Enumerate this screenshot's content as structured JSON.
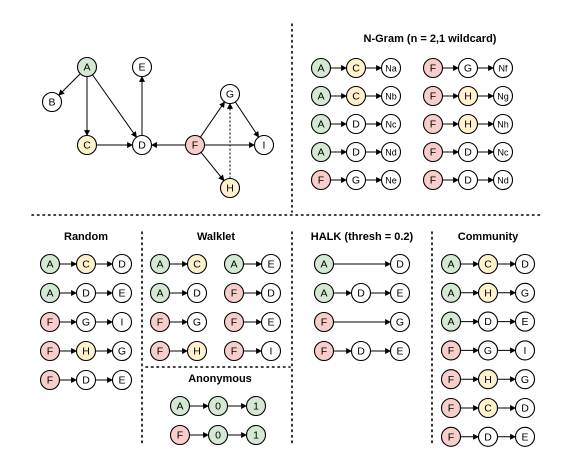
{
  "colors": {
    "green": "#d5e8d4",
    "yellow": "#fff2cc",
    "red": "#f8cecc",
    "white": "#ffffff",
    "stroke": "#000000",
    "divider": "#000000"
  },
  "graph": {
    "nodes": [
      {
        "id": "A",
        "color": "green"
      },
      {
        "id": "B",
        "color": "white"
      },
      {
        "id": "C",
        "color": "yellow"
      },
      {
        "id": "D",
        "color": "white"
      },
      {
        "id": "E",
        "color": "white"
      },
      {
        "id": "F",
        "color": "red"
      },
      {
        "id": "G",
        "color": "white"
      },
      {
        "id": "H",
        "color": "yellow"
      },
      {
        "id": "I",
        "color": "white"
      }
    ],
    "edges": [
      {
        "from": "A",
        "to": "B",
        "style": "solid"
      },
      {
        "from": "A",
        "to": "C",
        "style": "solid"
      },
      {
        "from": "A",
        "to": "D",
        "style": "solid"
      },
      {
        "from": "C",
        "to": "D",
        "style": "solid"
      },
      {
        "from": "D",
        "to": "E",
        "style": "solid"
      },
      {
        "from": "F",
        "to": "D",
        "style": "solid"
      },
      {
        "from": "F",
        "to": "G",
        "style": "solid"
      },
      {
        "from": "F",
        "to": "H",
        "style": "solid"
      },
      {
        "from": "G",
        "to": "I",
        "style": "solid"
      },
      {
        "from": "F",
        "to": "I",
        "style": "solid"
      },
      {
        "from": "H",
        "to": "G",
        "style": "dotted"
      }
    ]
  },
  "sections": {
    "ngram": {
      "title": "N-Gram (n = 2,1 wildcard)",
      "walks": [
        [
          {
            "label": "A",
            "color": "green"
          },
          {
            "label": "C",
            "color": "yellow"
          },
          {
            "label": "Na",
            "color": "white"
          }
        ],
        [
          {
            "label": "F",
            "color": "red"
          },
          {
            "label": "G",
            "color": "white"
          },
          {
            "label": "Nf",
            "color": "white"
          }
        ],
        [
          {
            "label": "A",
            "color": "green"
          },
          {
            "label": "C",
            "color": "yellow"
          },
          {
            "label": "Nb",
            "color": "white"
          }
        ],
        [
          {
            "label": "F",
            "color": "red"
          },
          {
            "label": "H",
            "color": "yellow"
          },
          {
            "label": "Ng",
            "color": "white"
          }
        ],
        [
          {
            "label": "A",
            "color": "green"
          },
          {
            "label": "D",
            "color": "white"
          },
          {
            "label": "Nc",
            "color": "white"
          }
        ],
        [
          {
            "label": "F",
            "color": "red"
          },
          {
            "label": "H",
            "color": "yellow"
          },
          {
            "label": "Nh",
            "color": "white"
          }
        ],
        [
          {
            "label": "A",
            "color": "green"
          },
          {
            "label": "D",
            "color": "white"
          },
          {
            "label": "Nd",
            "color": "white"
          }
        ],
        [
          {
            "label": "F",
            "color": "red"
          },
          {
            "label": "D",
            "color": "white"
          },
          {
            "label": "Nc",
            "color": "white"
          }
        ],
        [
          {
            "label": "F",
            "color": "red"
          },
          {
            "label": "G",
            "color": "white"
          },
          {
            "label": "Ne",
            "color": "white"
          }
        ],
        [
          {
            "label": "F",
            "color": "red"
          },
          {
            "label": "D",
            "color": "white"
          },
          {
            "label": "Nd",
            "color": "white"
          }
        ]
      ]
    },
    "random": {
      "title": "Random",
      "walks": [
        [
          {
            "label": "A",
            "color": "green"
          },
          {
            "label": "C",
            "color": "yellow"
          },
          {
            "label": "D",
            "color": "white"
          }
        ],
        [
          {
            "label": "A",
            "color": "green"
          },
          {
            "label": "D",
            "color": "white"
          },
          {
            "label": "E",
            "color": "white"
          }
        ],
        [
          {
            "label": "F",
            "color": "red"
          },
          {
            "label": "G",
            "color": "white"
          },
          {
            "label": "I",
            "color": "white"
          }
        ],
        [
          {
            "label": "F",
            "color": "red"
          },
          {
            "label": "H",
            "color": "yellow"
          },
          {
            "label": "G",
            "color": "white"
          }
        ],
        [
          {
            "label": "F",
            "color": "red"
          },
          {
            "label": "D",
            "color": "white"
          },
          {
            "label": "E",
            "color": "white"
          }
        ]
      ]
    },
    "walklet": {
      "title": "Walklet",
      "walks": [
        [
          {
            "label": "A",
            "color": "green"
          },
          {
            "label": "C",
            "color": "yellow"
          }
        ],
        [
          {
            "label": "A",
            "color": "green"
          },
          {
            "label": "E",
            "color": "white"
          }
        ],
        [
          {
            "label": "A",
            "color": "green"
          },
          {
            "label": "D",
            "color": "white"
          }
        ],
        [
          {
            "label": "F",
            "color": "red"
          },
          {
            "label": "D",
            "color": "white"
          }
        ],
        [
          {
            "label": "F",
            "color": "red"
          },
          {
            "label": "G",
            "color": "white"
          }
        ],
        [
          {
            "label": "F",
            "color": "red"
          },
          {
            "label": "E",
            "color": "white"
          }
        ],
        [
          {
            "label": "F",
            "color": "red"
          },
          {
            "label": "H",
            "color": "yellow"
          }
        ],
        [
          {
            "label": "F",
            "color": "red"
          },
          {
            "label": "I",
            "color": "white"
          }
        ]
      ]
    },
    "anonymous": {
      "title": "Anonymous",
      "walks": [
        [
          {
            "label": "A",
            "color": "green"
          },
          {
            "label": "0",
            "color": "green"
          },
          {
            "label": "1",
            "color": "green"
          }
        ],
        [
          {
            "label": "F",
            "color": "red"
          },
          {
            "label": "0",
            "color": "green"
          },
          {
            "label": "1",
            "color": "green"
          }
        ]
      ]
    },
    "halk": {
      "title": "HALK (thresh = 0.2)",
      "walks": [
        [
          {
            "label": "A",
            "color": "green"
          },
          {
            "label": "D",
            "color": "white"
          }
        ],
        [
          {
            "label": "A",
            "color": "green"
          },
          {
            "label": "D",
            "color": "white"
          },
          {
            "label": "E",
            "color": "white"
          }
        ],
        [
          {
            "label": "F",
            "color": "red"
          },
          {
            "label": "G",
            "color": "white"
          }
        ],
        [
          {
            "label": "F",
            "color": "red"
          },
          {
            "label": "D",
            "color": "white"
          },
          {
            "label": "E",
            "color": "white"
          }
        ]
      ]
    },
    "community": {
      "title": "Community",
      "walks": [
        [
          {
            "label": "A",
            "color": "green"
          },
          {
            "label": "C",
            "color": "yellow"
          },
          {
            "label": "D",
            "color": "white"
          }
        ],
        [
          {
            "label": "A",
            "color": "green"
          },
          {
            "label": "H",
            "color": "yellow"
          },
          {
            "label": "G",
            "color": "white"
          }
        ],
        [
          {
            "label": "A",
            "color": "green"
          },
          {
            "label": "D",
            "color": "white"
          },
          {
            "label": "E",
            "color": "white"
          }
        ],
        [
          {
            "label": "F",
            "color": "red"
          },
          {
            "label": "G",
            "color": "white"
          },
          {
            "label": "I",
            "color": "white"
          }
        ],
        [
          {
            "label": "F",
            "color": "red"
          },
          {
            "label": "H",
            "color": "yellow"
          },
          {
            "label": "G",
            "color": "white"
          }
        ],
        [
          {
            "label": "F",
            "color": "red"
          },
          {
            "label": "C",
            "color": "yellow"
          },
          {
            "label": "D",
            "color": "white"
          }
        ],
        [
          {
            "label": "F",
            "color": "red"
          },
          {
            "label": "D",
            "color": "white"
          },
          {
            "label": "E",
            "color": "white"
          }
        ]
      ]
    }
  }
}
